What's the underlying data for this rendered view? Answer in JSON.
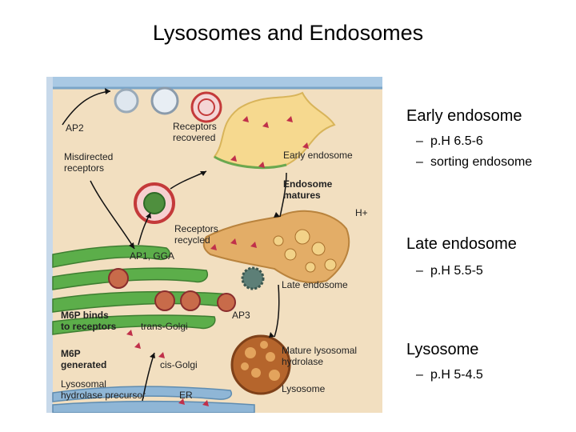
{
  "title": "Lysosomes and Endosomes",
  "figure_labels": {
    "ap2": "AP2",
    "receptors_recovered_1": "Receptors",
    "receptors_recovered_2": "recovered",
    "misdirected_1": "Misdirected",
    "misdirected_2": "receptors",
    "early_endosome": "Early endosome",
    "endosome_matures_1": "Endosome",
    "endosome_matures_2": "matures",
    "h_plus": "H+",
    "receptors_recycled_1": "Receptors",
    "receptors_recycled_2": "recycled",
    "ap1_gga": "AP1, GGA",
    "late_endosome": "Late endosome",
    "m6p_binds_1": "M6P binds",
    "m6p_binds_2": "to receptors",
    "trans_golgi": "trans-Golgi",
    "ap3": "AP3",
    "m6p_generated_1": "M6P",
    "m6p_generated_2": "generated",
    "cis_golgi": "cis-Golgi",
    "mature_hydrolase_1": "Mature lysosomal",
    "mature_hydrolase_2": "hydrolase",
    "precursor_1": "Lysosomal",
    "precursor_2": "hydrolase precursor",
    "er": "ER",
    "lysosome": "Lysosome"
  },
  "sections": [
    {
      "heading": "Early endosome",
      "bullets": [
        "p.H 6.5-6",
        "sorting endosome"
      ]
    },
    {
      "heading": "Late endosome",
      "bullets": [
        "p.H 5.5-5"
      ]
    },
    {
      "heading": "Lysosome",
      "bullets": [
        "p.H 5-4.5"
      ]
    }
  ],
  "bullet_marker": "–",
  "colors": {
    "cytoplasm": "#f2dfc0",
    "membrane": "#8fb6d6",
    "golgi": "#5cae4a",
    "endosome": "#f0c77a",
    "late_endosome": "#d69a52",
    "lysosome": "#b5652c",
    "clathrin": "#c43a3a",
    "receptor": "#c0304a"
  }
}
